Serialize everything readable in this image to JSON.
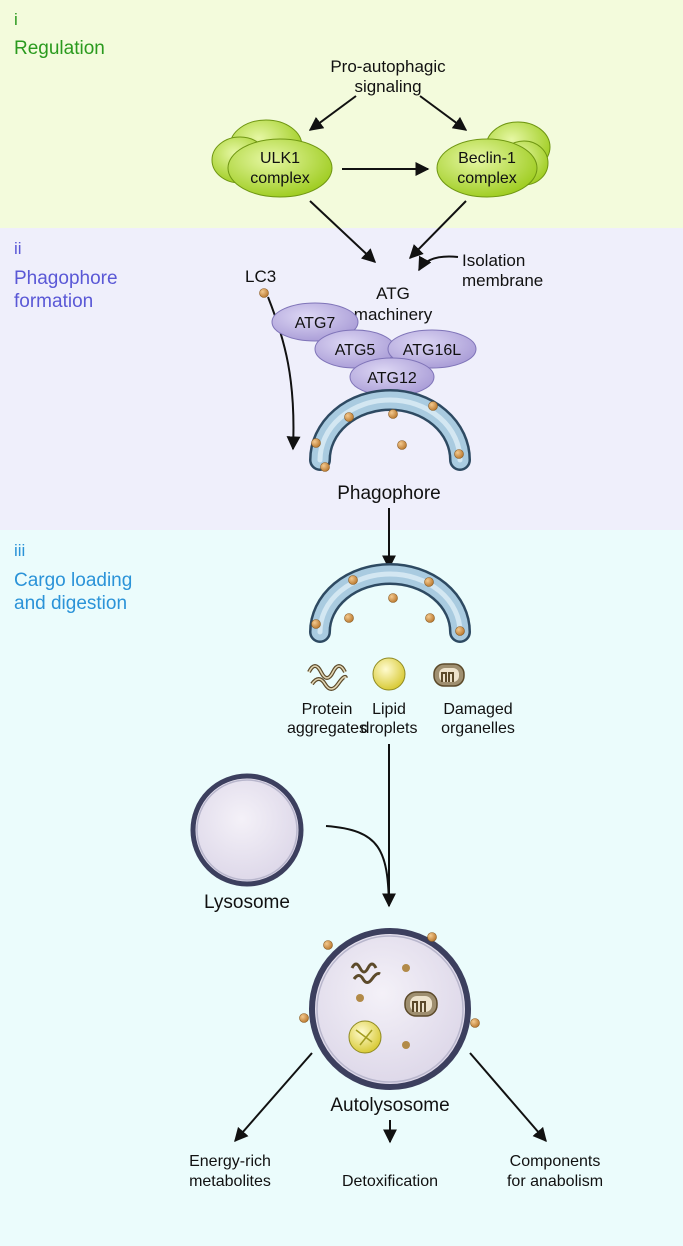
{
  "sections": [
    {
      "numeral": "i",
      "title": "Regulation",
      "color": "#2a9a1e"
    },
    {
      "numeral": "ii",
      "title": "Phagophore\nformation",
      "color": "#5a58d6"
    },
    {
      "numeral": "iii",
      "title": "Cargo loading\nand digestion",
      "color": "#2b93d8"
    }
  ],
  "nodes": {
    "pro_autophagic": [
      "Pro-autophagic",
      "signaling"
    ],
    "ulk1": [
      "ULK1",
      "complex"
    ],
    "beclin": [
      "Beclin-1",
      "complex"
    ],
    "isolation": [
      "Isolation",
      "membrane"
    ],
    "lc3": "LC3",
    "atg_machinery": [
      "ATG",
      "machinery"
    ],
    "atg7": "ATG7",
    "atg5": "ATG5",
    "atg16l": "ATG16L",
    "atg12": "ATG12",
    "phagophore": "Phagophore",
    "protein": [
      "Protein",
      "aggregates"
    ],
    "lipid": [
      "Lipid",
      "droplets"
    ],
    "damaged": [
      "Damaged",
      "organelles"
    ],
    "lysosome": "Lysosome",
    "autolysosome": "Autolysosome",
    "energy": [
      "Energy-rich",
      "metabolites"
    ],
    "detox": "Detoxification",
    "components": [
      "Components",
      "for anabolism"
    ]
  },
  "colors": {
    "complex_green": "#b8e236",
    "atg_purple": "#bdb3e6",
    "membrane_blue": "#9cc0d6",
    "lc3_dot": "#d69a4e",
    "lysosome_fill": "#e8e4f2"
  }
}
